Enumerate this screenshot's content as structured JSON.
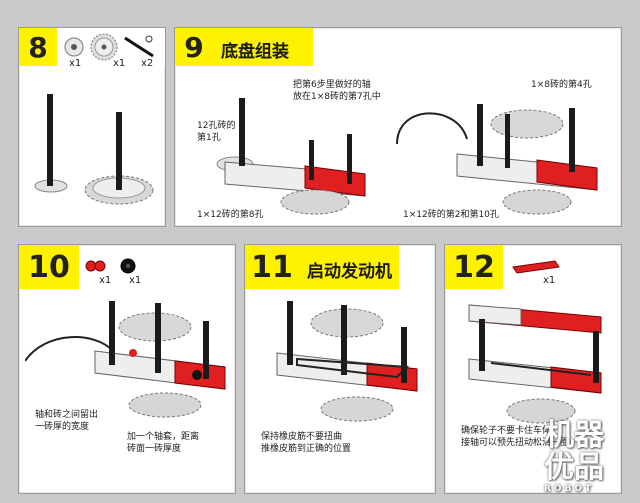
{
  "steps": [
    {
      "number": "8",
      "title": "",
      "parts": [
        {
          "count": "x1"
        },
        {
          "count": "x1"
        },
        {
          "count": "x2"
        }
      ]
    },
    {
      "number": "9",
      "title": "底盘组装",
      "notes": {
        "put_axle": [
          "把第6步里做好的轴",
          "放在1×8砖的第7孔中"
        ],
        "hole1": [
          "12孔砖的",
          "第1孔"
        ],
        "hole8": "1×12砖的第8孔",
        "brick18": "1×8砖的第4孔",
        "hole2_10": "1×12砖的第2和第10孔"
      }
    },
    {
      "number": "10",
      "title": "",
      "parts": [
        {
          "count": "x1"
        },
        {
          "count": "x1"
        }
      ],
      "notes": {
        "gap": [
          "轴和砖之间留出",
          "一砖厚的宽度"
        ],
        "sleeve": [
          "加一个轴套，距离",
          "砖面一砖厚度"
        ]
      }
    },
    {
      "number": "11",
      "title": "启动发动机",
      "notes": {
        "band": [
          "保持橡皮筋不要扭曲",
          "推橡皮筋到正确的位置"
        ]
      }
    },
    {
      "number": "12",
      "title": "",
      "parts": [
        {
          "count": "x1"
        }
      ],
      "notes": {
        "wheel": [
          "确保轮子不要卡住车体",
          "接轴可以预先扭动松滑一圈"
        ]
      }
    }
  ],
  "watermark": {
    "line1": "机器",
    "line2": "优品",
    "line3": "ROBOT"
  },
  "colors": {
    "yellow": "#fff200",
    "red": "#e02020",
    "grey": "#c9c9c9"
  }
}
